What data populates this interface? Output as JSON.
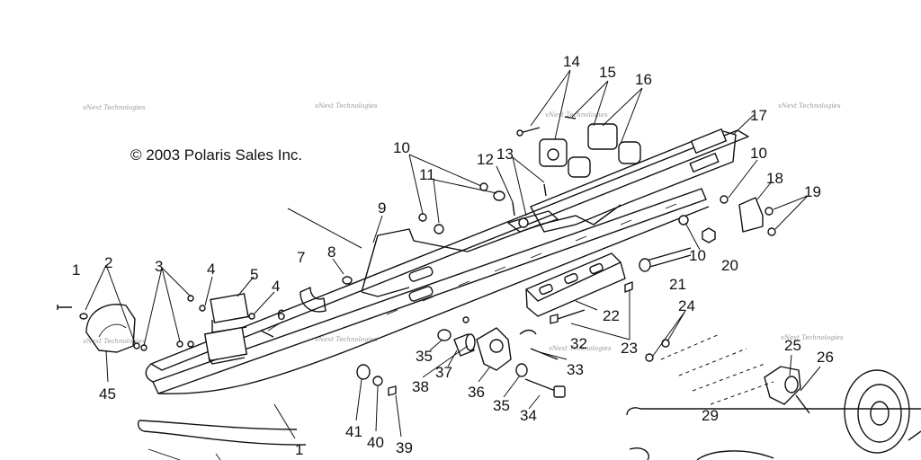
{
  "copyright": "© 2003 Polaris Sales Inc.",
  "watermark": "vNext Technologies",
  "callouts": [
    "14",
    "15",
    "16",
    "17",
    "10",
    "18",
    "19",
    "10",
    "11",
    "12",
    "13",
    "9",
    "8",
    "7",
    "1",
    "2",
    "3",
    "4",
    "5",
    "4",
    "6",
    "45",
    "20",
    "10",
    "21",
    "22",
    "23",
    "24",
    "35",
    "37",
    "36",
    "38",
    "33",
    "32",
    "25",
    "26",
    "35",
    "34",
    "41",
    "40",
    "39",
    "29",
    "1"
  ]
}
